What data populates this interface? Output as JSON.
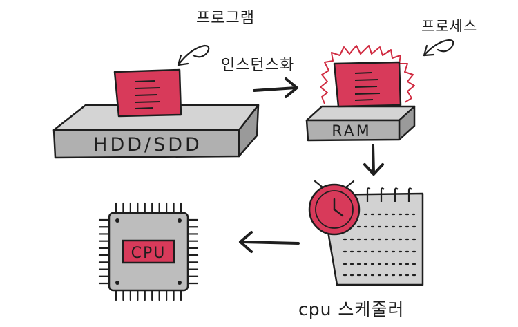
{
  "labels": {
    "program": "프로그램",
    "instantiate": "인스턴스화",
    "process": "프로세스",
    "storage": "HDD/SDD",
    "ram": "RAM",
    "cpu": "CPU",
    "scheduler": "cpu 스케줄러"
  },
  "icons": {
    "document": "document-icon",
    "clock": "clock-icon",
    "calendar": "calendar-icon",
    "chip": "chip-icon",
    "arrow": "arrow-icon",
    "callout": "callout-arrow-icon"
  },
  "colors": {
    "ink": "#1e1e1e",
    "doc_red": "#d83a5a",
    "box_top": "#d4d4d4",
    "box_front": "#b0b0b0",
    "chip_body": "#bdbdbd",
    "calendar_page": "#d2d2d2",
    "glow": "#d02a40"
  }
}
